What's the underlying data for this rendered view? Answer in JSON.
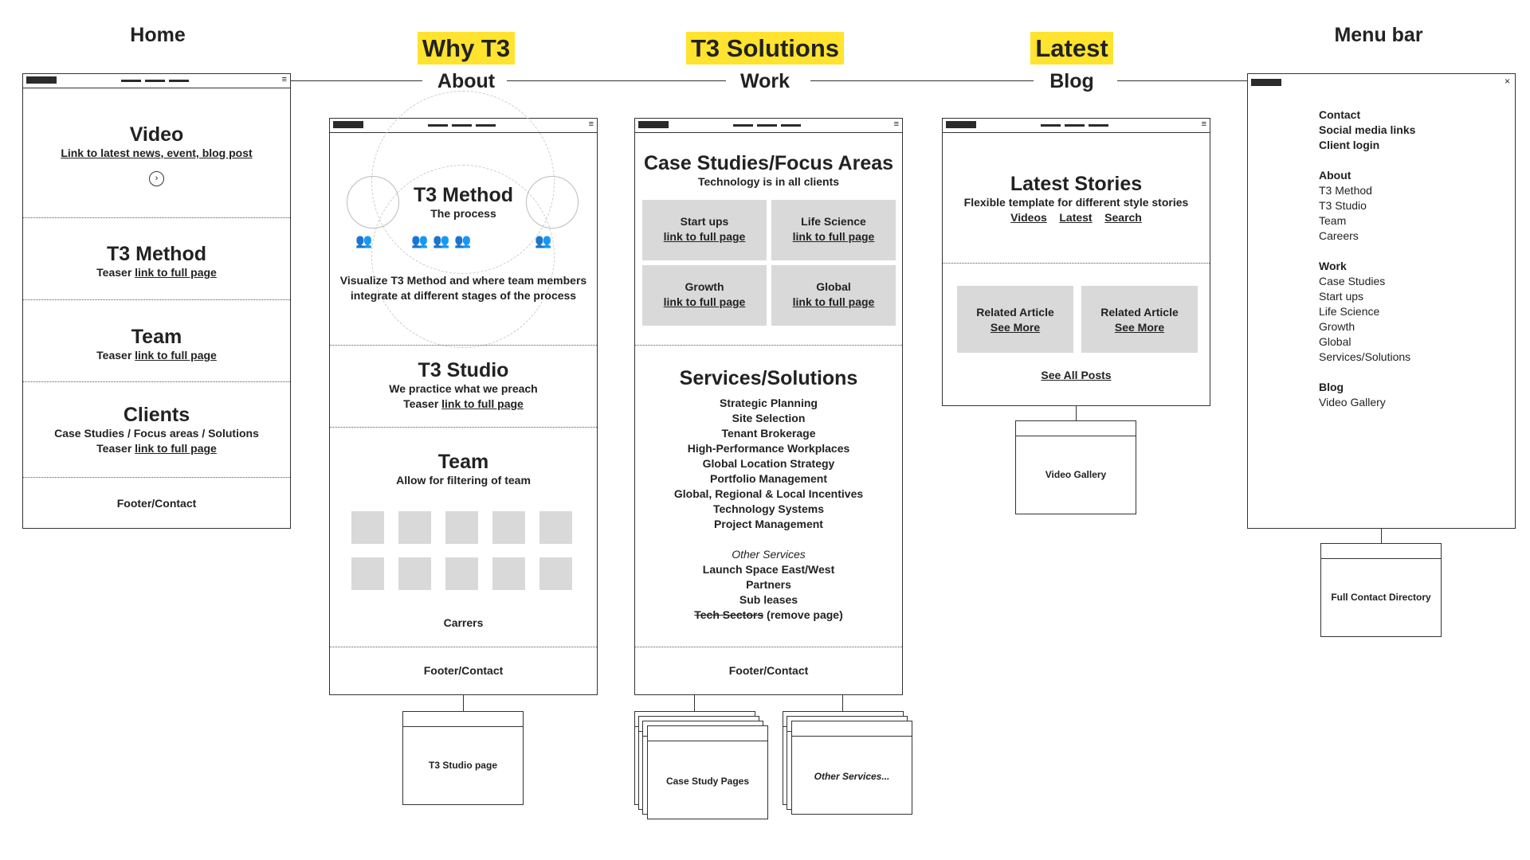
{
  "columns": {
    "home": {
      "title": "Home"
    },
    "why": {
      "highlight": "Why T3",
      "title": "About"
    },
    "solutions": {
      "highlight": "T3 Solutions",
      "title": "Work"
    },
    "latest": {
      "highlight": "Latest",
      "title": "Blog"
    },
    "menu": {
      "title": "Menu bar"
    }
  },
  "colors": {
    "highlight": "#ffe32e",
    "placeholder": "#d9d9d9",
    "ink": "#222222"
  },
  "home": {
    "video_title": "Video",
    "video_link": "Link to latest news, event, blog post",
    "method_title": "T3 Method",
    "method_teaser": "Teaser",
    "method_link": "link to full page",
    "team_title": "Team",
    "team_teaser": "Teaser",
    "team_link": "link to full page",
    "clients_title": "Clients",
    "clients_desc": "Case Studies / Focus areas / Solutions",
    "clients_teaser": "Teaser",
    "clients_link": "link to full page",
    "footer": "Footer/Contact"
  },
  "about": {
    "method_title": "T3 Method",
    "method_sub": "The process",
    "method_desc_1": "Visualize T3 Method and where team members",
    "method_desc_2": "integrate at different stages of the process",
    "studio_title": "T3 Studio",
    "studio_sub": "We practice what we preach",
    "studio_teaser": "Teaser",
    "studio_link": "link to full page",
    "team_title": "Team",
    "team_sub": "Allow for filtering of team",
    "carrers": "Carrers",
    "footer": "Footer/Contact",
    "subpage": "T3 Studio page"
  },
  "work": {
    "cases_title": "Case Studies/Focus Areas",
    "cases_sub": "Technology is in all clients",
    "tiles": [
      {
        "label": "Start ups",
        "link": "link to full page"
      },
      {
        "label": "Life Science",
        "link": "link to full page"
      },
      {
        "label": "Growth",
        "link": "link to full page"
      },
      {
        "label": "Global",
        "link": "link to full page"
      }
    ],
    "services_title": "Services/Solutions",
    "services": [
      "Strategic Planning",
      "Site Selection",
      "Tenant Brokerage",
      "High-Performance Workplaces",
      "Global Location Strategy",
      "Portfolio Management",
      "Global, Regional & Local Incentives",
      "Technology Systems",
      "Project Management"
    ],
    "other_title": "Other Services",
    "other": [
      "Launch Space East/West",
      "Partners",
      "Sub leases"
    ],
    "tech_sectors": "Tech Sectors",
    "remove_note": "(remove page)",
    "footer": "Footer/Contact",
    "subpage_cases": "Case Study Pages",
    "subpage_other": "Other Services..."
  },
  "blog": {
    "title": "Latest Stories",
    "sub": "Flexible template for different style stories",
    "links": [
      "Videos",
      "Latest",
      "Search"
    ],
    "related": [
      {
        "label": "Related Article",
        "link": "See More"
      },
      {
        "label": "Related Article",
        "link": "See More"
      }
    ],
    "see_all": "See All Posts",
    "subpage": "Video Gallery"
  },
  "menu": {
    "close": "×",
    "group1": [
      "Contact",
      "Social media links",
      "Client login"
    ],
    "about_title": "About",
    "about_items": [
      "T3 Method",
      "T3 Studio",
      "Team",
      "Careers"
    ],
    "work_title": "Work",
    "work_items": [
      "Case Studies",
      "Start ups",
      "Life Science",
      "Growth",
      "Global",
      "Services/Solutions"
    ],
    "blog_title": "Blog",
    "blog_items": [
      "Video Gallery"
    ],
    "subpage": "Full Contact Directory"
  }
}
